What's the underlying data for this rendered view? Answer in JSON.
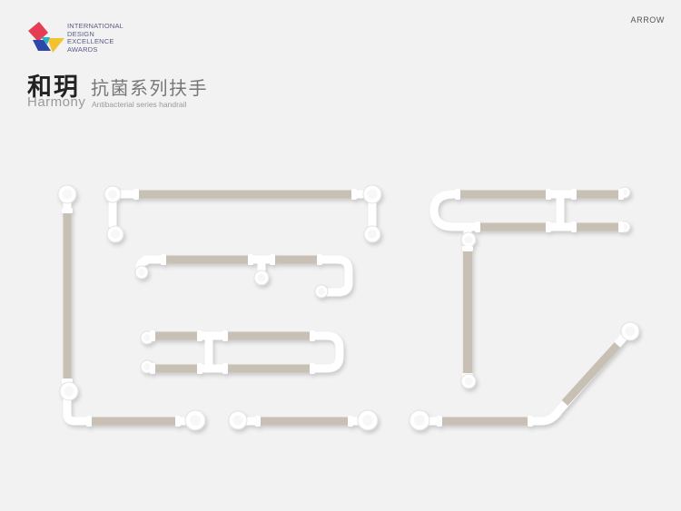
{
  "award": {
    "lines": [
      "INTERNATIONAL",
      "DESIGN",
      "EXCELLENCE",
      "AWARDS"
    ],
    "logo_colors": [
      "#e63d55",
      "#f2c230",
      "#2c48a8",
      "#2ab3c6"
    ]
  },
  "brand": "ARROW",
  "title": {
    "cn": "和玥",
    "en": "Harmony"
  },
  "subtitle": {
    "cn": "抗菌系列扶手",
    "en": "Antibacterial series handrail"
  },
  "colors": {
    "background": "#f2f2f2",
    "grip": "#c9c0b5",
    "fitting": "#ffffff",
    "shadow": "#cfcfcf"
  }
}
